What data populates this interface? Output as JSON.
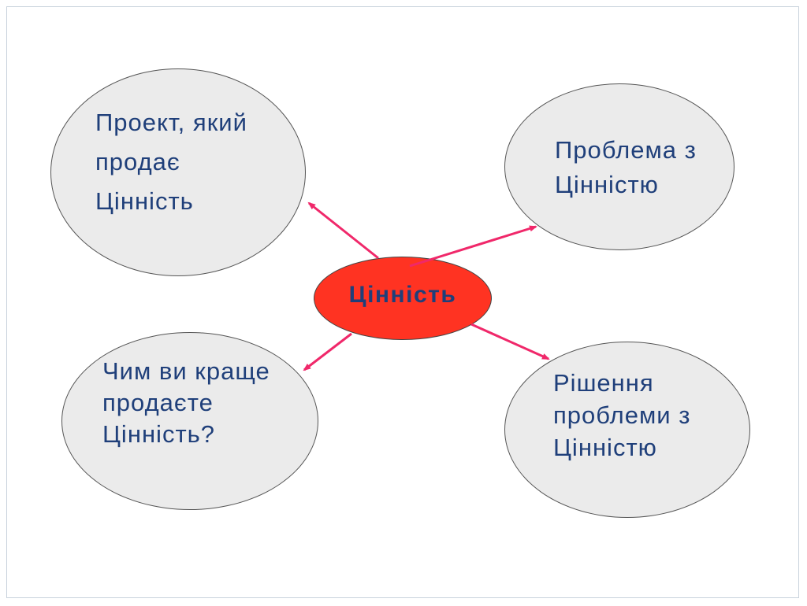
{
  "colors": {
    "text": "#1f3f7a",
    "arrow": "#f0286a",
    "bubble_fill": "#ebebeb",
    "center_fill": "#ff3322"
  },
  "center": {
    "label": "Цінність"
  },
  "nodes": {
    "top_left": {
      "lines": [
        "Проект, який",
        "продає",
        "Цінність"
      ]
    },
    "top_right": {
      "lines": [
        "Проблема з",
        "Цінністю"
      ]
    },
    "bottom_left": {
      "lines": [
        "Чим ви краще",
        "продаєте",
        "Цінність?"
      ]
    },
    "bottom_right": {
      "lines": [
        "Рішення",
        "проблеми з",
        "Цінністю"
      ]
    }
  }
}
